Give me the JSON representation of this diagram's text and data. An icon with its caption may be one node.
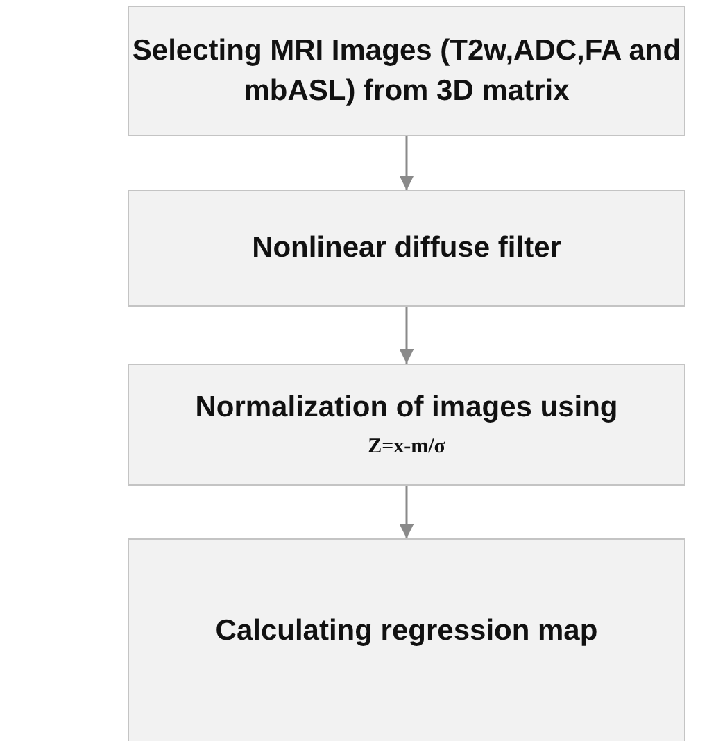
{
  "diagram": {
    "nodes": [
      {
        "text": [
          "Selecting MRI Images (T2w,ADC,FA and mbASL) from 3D matrix"
        ]
      },
      {
        "text": [
          "Nonlinear diffuse filter"
        ]
      },
      {
        "text": [
          "Normalization of images using",
          "Z=x-m/σ"
        ]
      },
      {
        "text": [
          "Calculating regression map"
        ]
      }
    ],
    "edges": [
      {
        "from": 0,
        "to": 1,
        "arrow": "to"
      },
      {
        "from": 1,
        "to": 2,
        "arrow": "to"
      },
      {
        "from": 2,
        "to": 3,
        "arrow": "to"
      }
    ]
  }
}
